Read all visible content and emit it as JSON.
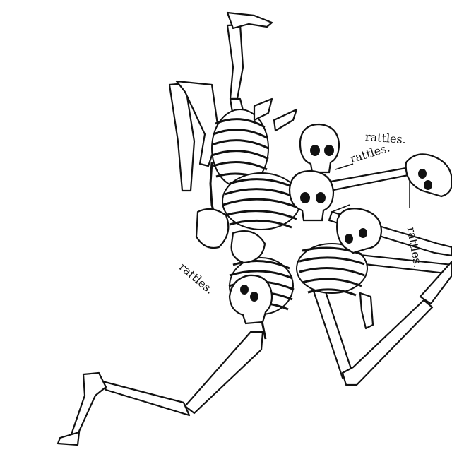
{
  "labels": {
    "rattle_1": "rattles.",
    "rattle_2": "rattles.",
    "rattle_3": "rattles.",
    "rattle_4": "rattles."
  },
  "colors": {
    "background": "#ffffff",
    "ink": "#111111"
  }
}
